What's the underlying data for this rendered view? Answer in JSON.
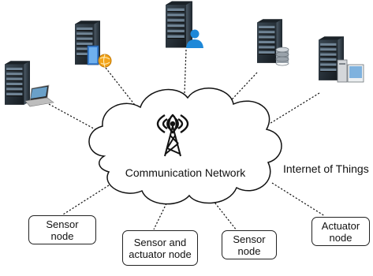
{
  "cloud": {
    "label": "Communication Network"
  },
  "iot_label": "Internet of Things",
  "servers": [
    {
      "id": "server-laptop",
      "icon": "laptop-icon"
    },
    {
      "id": "server-globe",
      "icon": "globe-icon"
    },
    {
      "id": "server-user",
      "icon": "user-icon"
    },
    {
      "id": "server-database",
      "icon": "database-icon"
    },
    {
      "id": "server-desktop",
      "icon": "desktop-computer-icon"
    }
  ],
  "nodes": [
    {
      "line1": "Sensor",
      "line2": "node"
    },
    {
      "line1": "Sensor and",
      "line2": "actuator node"
    },
    {
      "line1": "Sensor",
      "line2": "node"
    },
    {
      "line1": "Actuator",
      "line2": "node"
    }
  ],
  "colors": {
    "rack": "#26313a",
    "rack_light": "#5d6e7c",
    "accent_blue": "#1e88d8",
    "line": "#111111"
  }
}
